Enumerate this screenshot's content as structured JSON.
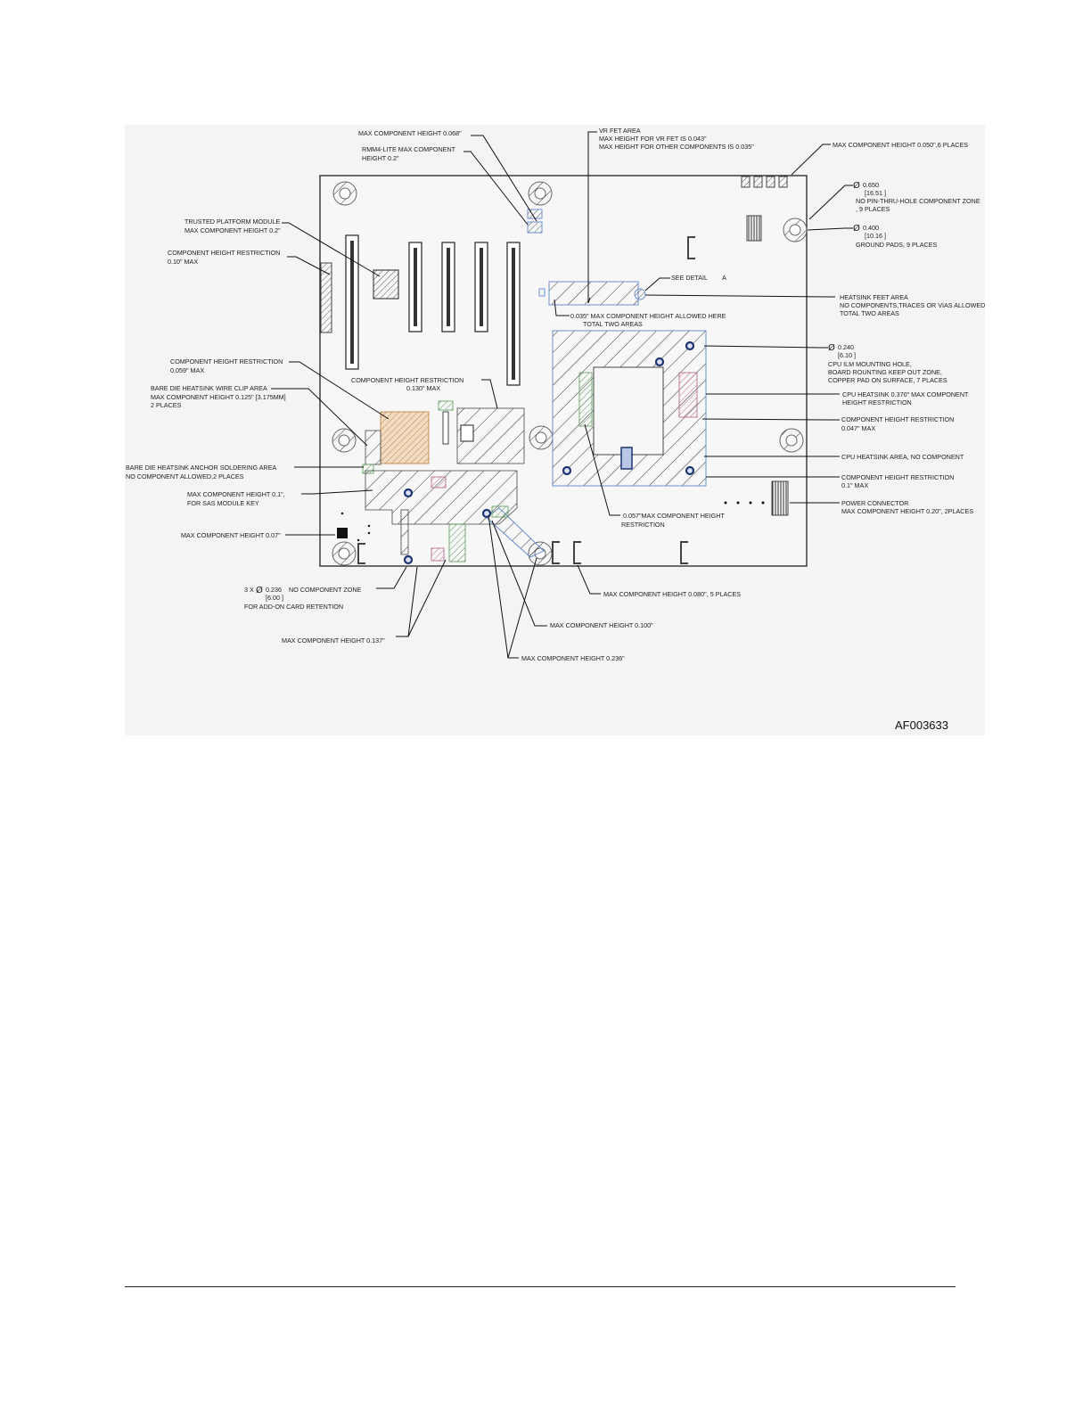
{
  "figure": {
    "id": "AF003633",
    "labels": {
      "max_068": "MAX COMPONENT HEIGHT 0.068\"",
      "rmm4_line1": "RMM4-LITE MAX COMPONENT",
      "rmm4_line2": "HEIGHT 0.2\"",
      "vr_line1": "VR FET AREA",
      "vr_line2": "MAX HEIGHT FOR VR FET IS 0.043\"",
      "vr_line3": "MAX HEIGHT FOR OTHER COMPONENTS IS 0.035\"",
      "max_050": "MAX COMPONENT HEIGHT 0.050\",6 PLACES",
      "d650_line1": "0.650",
      "d650_line2": "[16.51 ]",
      "d650_line3": "NO PIN-THRU-HOLE COMPONENT ZONE",
      "d650_line4": ", 9 PLACES",
      "d400_line1": "0.400",
      "d400_line2": "[10.16 ]",
      "d400_line3": "GROUND PADS, 9 PLACES",
      "tpm_line1": "TRUSTED PLATFORM MODULE",
      "tpm_line2": "MAX COMPONENT HEIGHT 0.2\"",
      "chr010_line1": "COMPONENT HEIGHT RESTRICTION",
      "chr010_line2": "0.10\" MAX",
      "see_detail": "SEE DETAIL",
      "see_detail_ref": "A",
      "hsfeet_line1": "HEATSINK FEET AREA",
      "hsfeet_line2": "NO COMPONENTS,TRACES OR VIAS ALLOWED HERE",
      "hsfeet_line3": "TOTAL TWO AREAS",
      "max035_line1": "0.035\" MAX COMPONENT HEIGHT ALLOWED HERE",
      "max035_line2": "TOTAL TWO AREAS",
      "d240_line1": "0.240",
      "d240_line2": "[6.10 ]",
      "d240_line3": "CPU ILM MOUNTING HOLE,",
      "d240_line4": "BOARD ROUNTING KEEP OUT ZONE,",
      "d240_line5": "COPPER PAD ON SURFACE, 7 PLACES",
      "chr059_line1": "COMPONENT HEIGHT RESTRICTION",
      "chr059_line2": "0.059\" MAX",
      "clip_line1": "BARE DIE HEATSINK WIRE CLIP AREA",
      "clip_line2": "MAX COMPONENT HEIGHT 0.125\" [3.175MM]",
      "clip_line3": "2 PLACES",
      "chr130_line1": "COMPONENT HEIGHT RESTRICTION",
      "chr130_line2": "0.130\" MAX",
      "cpuhs_line1": "CPU HEATSINK 0.370\" MAX COMPONENT",
      "cpuhs_line2": "HEIGHT RESTRICTION",
      "chr047_line1": "COMPONENT HEIGHT RESTRICTION",
      "chr047_line2": "0.047\" MAX",
      "anchor_line1": "BARE DIE HEATSINK ANCHOR SOLDERING AREA",
      "anchor_line2": "NO COMPONENT ALLOWED,2 PLACES",
      "cpuhs_area": "CPU HEATSINK AREA, NO COMPONENT",
      "chr01_line1": "COMPONENT HEIGHT RESTRICTION",
      "chr01_line2": "0.1\" MAX",
      "sas_line1": "MAX COMPONENT HEIGHT 0.1\",",
      "sas_line2": "FOR SAS MODULE KEY",
      "power_line1": "POWER CONNECTOR",
      "power_line2": "MAX COMPONENT HEIGHT 0.20\", 2PLACES",
      "max_07": "MAX COMPONENT HEIGHT 0.07\"",
      "max057_line1": "0.057\"MAX COMPONENT HEIGHT",
      "max057_line2": "RESTRICTION",
      "addon_line1_a": "3 X",
      "addon_line1_b": "0.236",
      "addon_line1_c": "NO COMPONENT ZONE",
      "addon_line2": "[6.00 ]",
      "addon_line3": "FOR ADD-ON CARD RETENTION",
      "max_080": "MAX COMPONENT HEIGHT 0.080\", 5 PLACES",
      "max_100": "MAX COMPONENT HEIGHT 0.100\"",
      "max_137": "MAX COMPONENT HEIGHT 0.137\"",
      "max_236": "MAX COMPONENT HEIGHT 0.236\""
    }
  }
}
